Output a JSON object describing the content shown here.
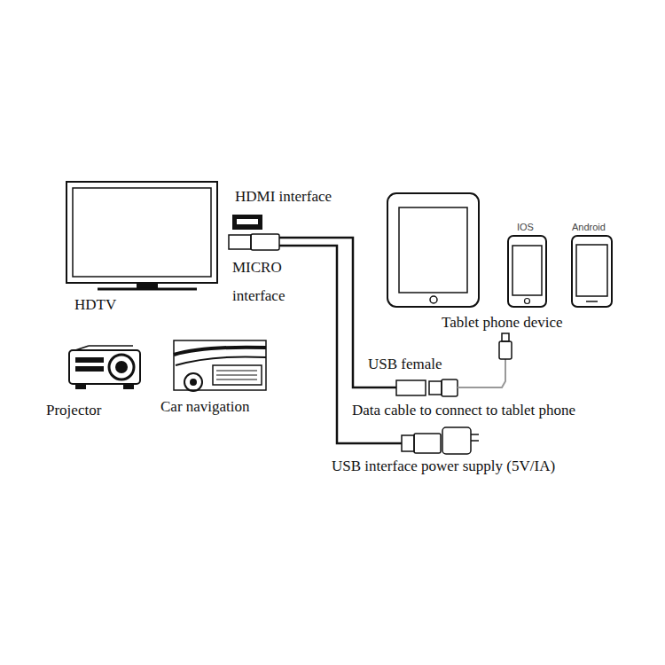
{
  "diagram": {
    "labels": [
      "HDMI interface",
      "MICRO interface",
      "HDTV",
      "IOS",
      "Android",
      "Tablet phone device",
      "USB female",
      "Projector",
      "Car navigation",
      "Data cable to connect to tablet phone",
      "USB interface power supply (5V/IA)"
    ]
  }
}
